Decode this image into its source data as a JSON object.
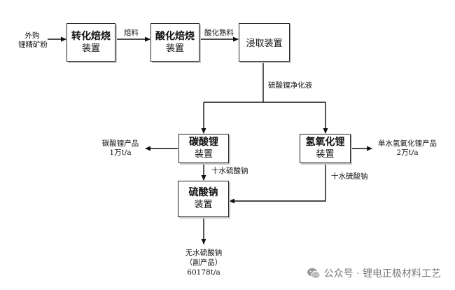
{
  "inputs": {
    "raw_material_line1": "外购",
    "raw_material_line2": "锂精矿粉"
  },
  "boxes": {
    "transform_roasting": {
      "line1": "转化焙烧",
      "line2": "装置"
    },
    "acid_roasting": {
      "line1": "酸化焙烧",
      "line2": "装置"
    },
    "leaching": {
      "line1": "浸取装置"
    },
    "lithium_carbonate": {
      "line1": "碳酸锂",
      "line2": "装置"
    },
    "lithium_hydroxide": {
      "line1": "氢氧化锂",
      "line2": "装置"
    },
    "sodium_sulfate": {
      "line1": "硫酸钠",
      "line2": "装置"
    }
  },
  "flows": {
    "calcine": "焙料",
    "acidified_clinker": "酸化熟料",
    "purified_solution": "硫酸锂净化液",
    "decahydrate_left": "十水硫酸钠",
    "decahydrate_right": "十水硫酸钠"
  },
  "products": {
    "carbonate_name": "碳酸锂产品",
    "carbonate_capacity": "1万t/a",
    "hydroxide_name": "单水氢氧化锂产品",
    "hydroxide_capacity": "2万t/a",
    "byproduct_name": "无水硫酸钠",
    "byproduct_note": "（副产品）",
    "byproduct_capacity": "60178t/a"
  },
  "watermark": {
    "text": "公众号 · 锂电正极材料工艺",
    "icon": "wechat-icon"
  }
}
